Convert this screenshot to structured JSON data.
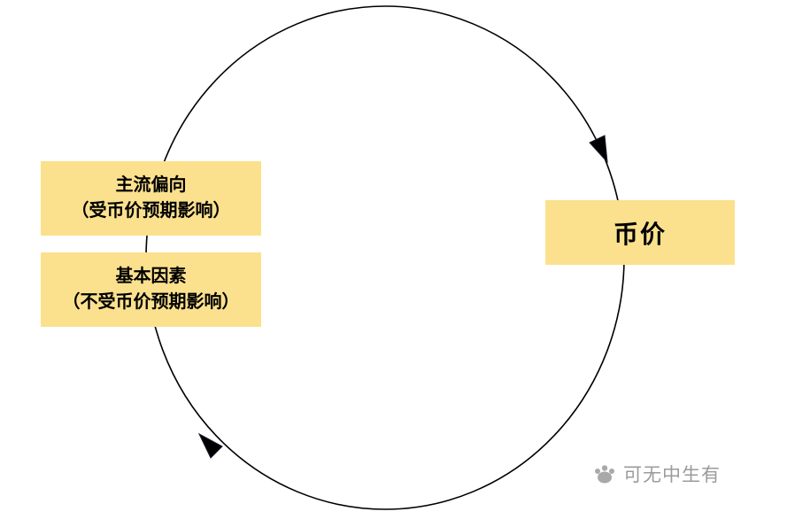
{
  "cycle": {
    "left_boxes": [
      {
        "line1": "主流偏向",
        "line2": "（受币价预期影响）"
      },
      {
        "line1": "基本因素",
        "line2": "（不受币价预期影响）"
      }
    ],
    "price_box": {
      "label": "币价"
    }
  },
  "watermark": {
    "text": "可无中生有"
  },
  "colors": {
    "box_background": "#fbe18e",
    "circle_stroke": "#000000",
    "watermark_gray": "#9b9b9b"
  }
}
